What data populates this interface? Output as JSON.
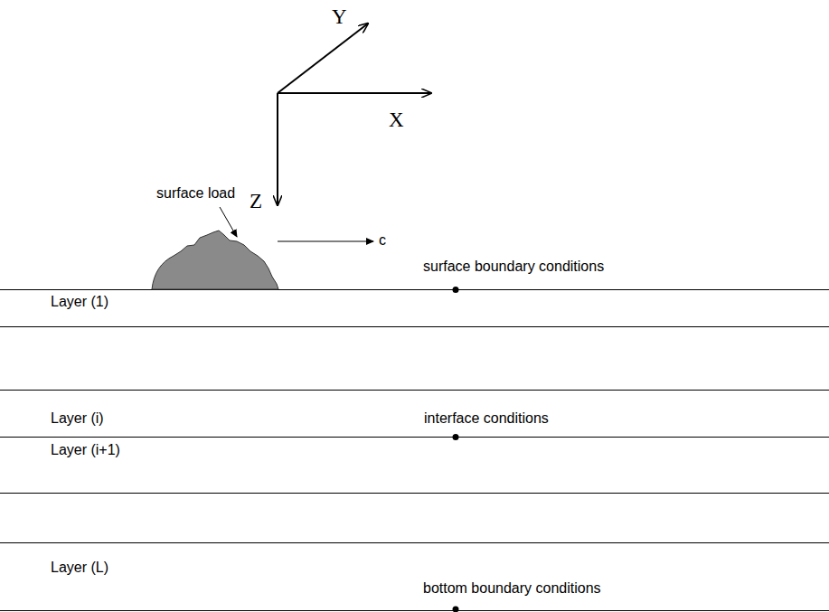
{
  "diagram": {
    "labels": [
      "Y",
      "X",
      "Z",
      "surface load",
      "c",
      "surface boundary conditions",
      "Layer (1)",
      "Layer (i)",
      "interface conditions",
      "Layer (i+1)",
      "Layer (L)",
      "bottom boundary conditions"
    ]
  }
}
